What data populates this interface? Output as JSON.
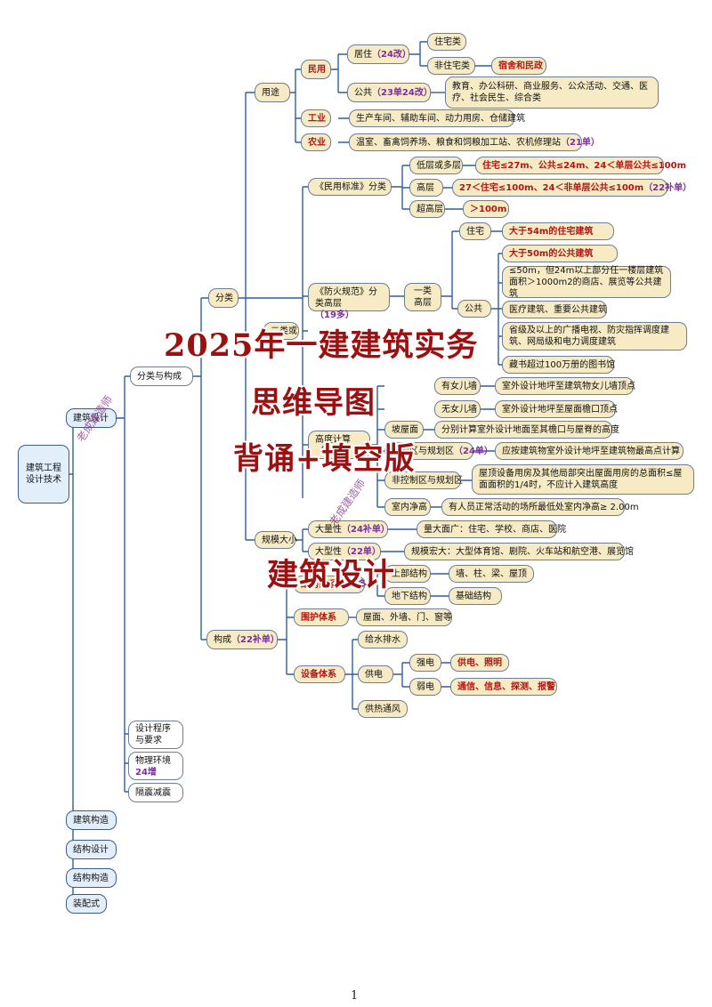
{
  "watermark": {
    "line1": "2025年一建建筑实务",
    "line2": "思维导图",
    "line3": "背诵+填空版",
    "line4": "建筑设计",
    "stamp": "老成建造师"
  },
  "page_number": "1",
  "root": "建筑工程设计技术",
  "left_nodes": {
    "arch_design": "建筑设计",
    "arch_structure": "建筑构造",
    "structure_design": "结构设计",
    "structure_construction": "结构构造",
    "prefab": "装配式"
  },
  "sub_nodes": {
    "class_compose": "分类与构成",
    "design_procedure": "设计程序与要求",
    "physical_env": "物理环境",
    "physical_env_tag": "24增",
    "seismic": "隔震减震"
  },
  "classify": {
    "label": "分类",
    "use": "用途",
    "civil": "民用",
    "residence": "居住",
    "residence_tag": "（24改）",
    "housing": "住宅类",
    "non_housing": "非住宅类",
    "non_housing_detail": "宿舍和民政",
    "public": "公共",
    "public_tag": "（23单24改）",
    "public_detail": "教育、办公科研、商业服务、公众活动、交通、医疗、社会民生、综合类",
    "industrial": "工业",
    "industrial_detail": "生产车间、辅助车间、动力用房、仓储建筑",
    "agri": "农业",
    "agri_detail": "温室、畜禽饲养场、粮食和饲粮加工站、农机修理站",
    "agri_tag": "（21单）",
    "civil_std": "《民用标准》分类",
    "low_multi": "低层或多层",
    "low_multi_detail": "住宅≤27m、公共≤24m、24＜单层公共≤100m",
    "high": "高层",
    "high_detail": "27＜住宅≤100m、24＜非单层公共≤100m",
    "high_tag": "（22补单）",
    "super_high": "超高层",
    "super_high_detail": "＞100m",
    "fire_std": "《防火规范》分类高层",
    "fire_std_tag": "（19多）",
    "class_one": "一类高层",
    "fire_housing": "住宅",
    "fire_housing_detail": "大于54m的住宅建筑",
    "fire_public": "公共",
    "fire_public_1": "大于50m的公共建筑",
    "fire_public_2": "≤50m，但24m以上部分任一楼层建筑面积＞1000m2的商店、展览等公共建筑",
    "fire_public_3": "医疗建筑、重要公共建筑",
    "fire_public_4": "省级及以上的广播电视、防灾指挥调度建筑、网局级和电力调度建筑",
    "fire_public_5": "藏书超过100万册的图书馆",
    "class_two_label": "二类或",
    "height_calc": "高度计算",
    "height_calc_tag": "（23改）",
    "parapet": "有女儿墙",
    "parapet_detail": "室外设计地坪至建筑物女儿墙顶点",
    "no_parapet": "无女儿墙",
    "no_parapet_detail": "室外设计地坪至屋面檐口顶点",
    "slope_roof": "坡屋面",
    "slope_roof_detail": "分别计算室外设计地面至其檐口与屋脊的高度",
    "control_zone": "控制区与规划区",
    "control_zone_tag": "（24单）",
    "control_zone_detail": "应按建筑物室外设计地坪至建筑物最高点计算",
    "non_control": "非控制区与规划区",
    "non_control_detail": "屋顶设备用房及其他局部突出屋面用房的总面积≤屋面面积的1/4时，不应计入建筑高度",
    "indoor_height": "室内净高",
    "indoor_height_detail": "有人员正常活动的场所最低处室内净高≥ 2.00m",
    "scale": "规模大小",
    "large_quantity": "大量性",
    "large_quantity_tag": "（24补单）",
    "large_quantity_detail": "量大面广：住宅、学校、商店、医院",
    "large_type": "大型性",
    "large_type_tag": "（22单）",
    "large_type_detail": "规模宏大：大型体育馆、剧院、火车站和航空港、展览馆"
  },
  "compose": {
    "label": "构成",
    "label_tag": "（22补单）",
    "structure_sys": "结构体系",
    "structure_sys_tag": "（24多）",
    "upper_structure": "上部结构",
    "upper_detail": "墙、柱、梁、屋顶",
    "under_structure": "地下结构",
    "under_detail": "基础结构",
    "envelope": "围护体系",
    "envelope_detail": "屋面、外墙、门、窗等",
    "equipment": "设备体系",
    "water": "给水排水",
    "power": "供电",
    "strong": "强电",
    "strong_detail": "供电、照明",
    "weak": "弱电",
    "weak_detail": "通信、信息、探测、报警",
    "heating": "供热通风"
  },
  "colors": {
    "node_fill": "#f6ebc4",
    "node_border": "#6d7e95",
    "blue_fill": "#e3eefb",
    "line": "#2f5fa0",
    "red": "#b31515",
    "purple": "#7a2ea0"
  }
}
